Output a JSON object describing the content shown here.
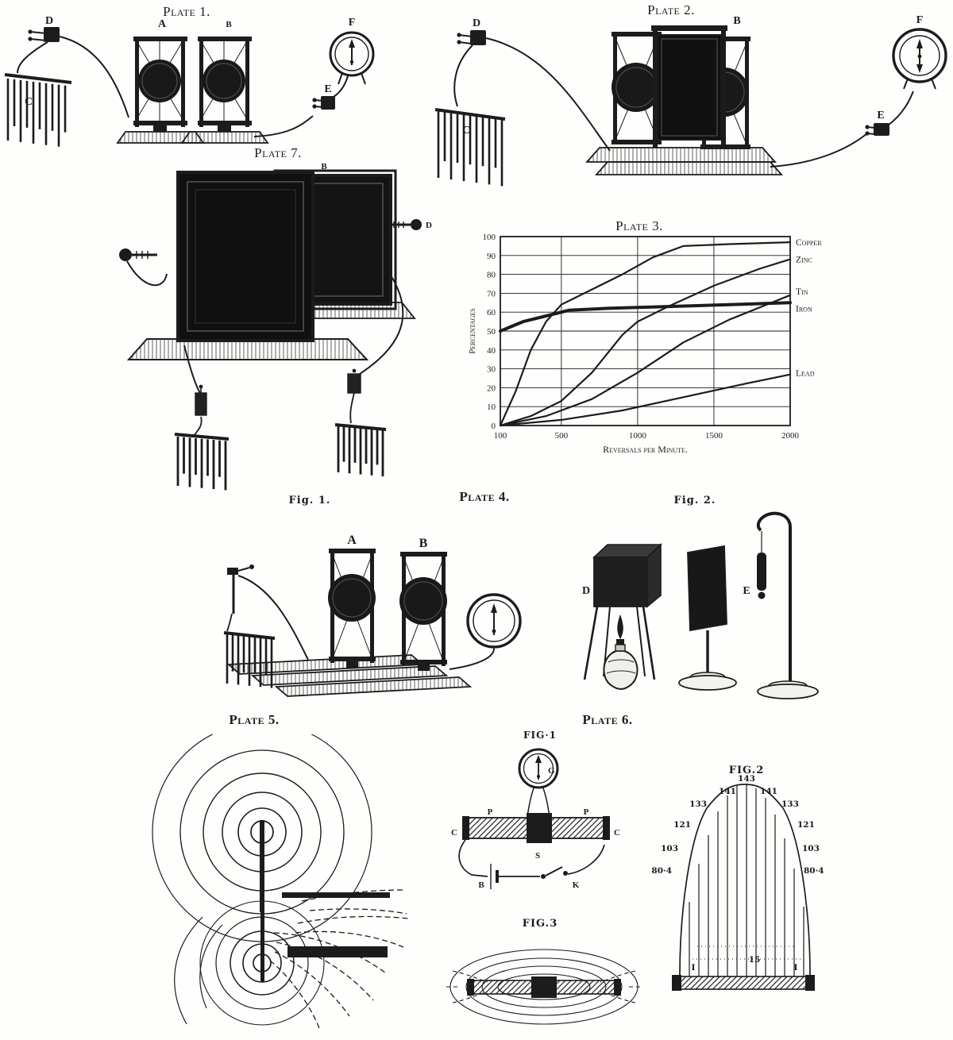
{
  "page": {
    "paper": "#fefefc",
    "ink": "#1c1c1c"
  },
  "plate1": {
    "title": "Plate 1.",
    "labels": {
      "D": "D",
      "C": "C",
      "A": "A",
      "B": "B",
      "E": "E",
      "F": "F"
    }
  },
  "plate2": {
    "title": "Plate 2.",
    "labels": {
      "D": "D",
      "C": "C",
      "B": "B",
      "E": "E",
      "F": "F"
    }
  },
  "plate7": {
    "title": "Plate 7.",
    "labels": {
      "B": "B",
      "D": "D"
    }
  },
  "plate3": {
    "title": "Plate 3."
  },
  "chart_data": {
    "type": "line",
    "title": "Plate 3.",
    "xlabel": "Reversals per Minute.",
    "ylabel": "Percentages",
    "xlim": [
      100,
      2000
    ],
    "ylim": [
      0,
      100
    ],
    "x_ticks": [
      100,
      500,
      1000,
      1500,
      2000
    ],
    "y_ticks": [
      0,
      10,
      20,
      30,
      40,
      50,
      60,
      70,
      80,
      90,
      100
    ],
    "grid": true,
    "legend_position": "right-margin",
    "series": [
      {
        "name": "Copper",
        "label_y": 97,
        "width": 2.2,
        "x": [
          100,
          200,
          300,
          400,
          500,
          700,
          900,
          1100,
          1300,
          1600,
          2000
        ],
        "y": [
          0,
          18,
          40,
          55,
          64,
          72,
          80,
          89,
          95,
          96,
          97
        ]
      },
      {
        "name": "Zinc",
        "label_y": 88,
        "width": 2.2,
        "x": [
          100,
          300,
          500,
          700,
          900,
          1000,
          1200,
          1500,
          1800,
          2000
        ],
        "y": [
          0,
          5,
          13,
          28,
          48,
          55,
          63,
          74,
          83,
          88
        ]
      },
      {
        "name": "Tin",
        "label_y": 71,
        "width": 2.2,
        "x": [
          100,
          400,
          700,
          1000,
          1300,
          1600,
          2000
        ],
        "y": [
          0,
          5,
          14,
          28,
          44,
          56,
          69
        ]
      },
      {
        "name": "Iron",
        "label_y": 62,
        "width": 4,
        "x": [
          100,
          250,
          400,
          550,
          800,
          1200,
          1600,
          2000
        ],
        "y": [
          50,
          55,
          58,
          61,
          62,
          63,
          64,
          65
        ]
      },
      {
        "name": "Lead",
        "label_y": 28,
        "width": 2.2,
        "x": [
          100,
          500,
          900,
          1300,
          1700,
          2000
        ],
        "y": [
          0,
          3,
          8,
          15,
          22,
          27
        ]
      }
    ]
  },
  "plate4": {
    "title": "Plate 4.",
    "fig1": {
      "title": "Fig. 1.",
      "labels": {
        "A": "A",
        "B": "B"
      }
    },
    "fig2": {
      "title": "Fig. 2.",
      "labels": {
        "D": "D",
        "E": "E"
      }
    }
  },
  "plate5": {
    "title": "Plate 5."
  },
  "plate6": {
    "title": "Plate 6.",
    "fig1": {
      "title": "FIG·1",
      "labels": {
        "G": "G",
        "P_left": "P",
        "P_right": "P",
        "C_left": "C",
        "C_right": "C",
        "S": "S",
        "B": "B",
        "K": "K"
      }
    },
    "fig3": {
      "title": "FIG.3"
    },
    "fig2": {
      "title": "FIG.2",
      "values": [
        "80·4",
        "103",
        "121",
        "133",
        "141",
        "143",
        "141",
        "133",
        "121",
        "103",
        "80·4"
      ],
      "post_left": "I",
      "post_right": "I",
      "center_note": "15"
    }
  }
}
